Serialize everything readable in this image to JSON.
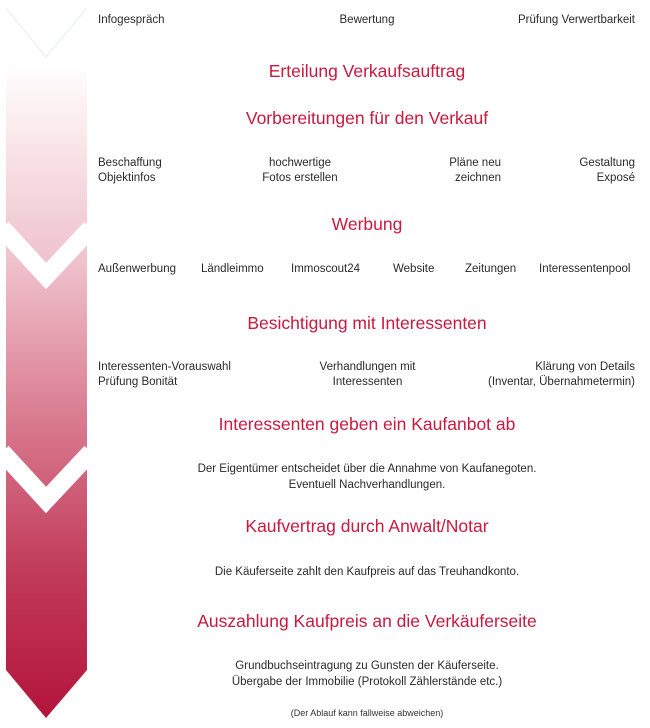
{
  "colors": {
    "accent": "#c8193f",
    "arrow_top": "#ffffff",
    "arrow_mid": "#e8a9b6",
    "arrow_bottom": "#b5163a",
    "text": "#2a2a2a"
  },
  "top_row": {
    "items": [
      "Infogespräch",
      "Bewertung",
      "Prüfung Verwertbarkeit"
    ]
  },
  "steps": [
    {
      "heading": "Erteilung Verkaufsauftrag"
    },
    {
      "heading": "Vorbereitungen für den Verkauf",
      "items": [
        {
          "line1": "Beschaffung",
          "line2": "Objektinfos"
        },
        {
          "line1": "hochwertige",
          "line2": "Fotos erstellen"
        },
        {
          "line1": "Pläne neu",
          "line2": "zeichnen"
        },
        {
          "line1": "Gestaltung",
          "line2": "Exposé"
        }
      ]
    },
    {
      "heading": "Werbung",
      "items": [
        "Außenwerbung",
        "Ländleimmo",
        "Immoscout24",
        "Website",
        "Zeitungen",
        "Interessentenpool"
      ]
    },
    {
      "heading": "Besichtigung mit Interessenten",
      "items": [
        {
          "line1": "Interessenten-Vorauswahl",
          "line2": "Prüfung Bonität"
        },
        {
          "line1": "Verhandlungen mit",
          "line2": "Interessenten"
        },
        {
          "line1": "Klärung von Details",
          "line2": "(Inventar, Übernahmetermin)"
        }
      ]
    },
    {
      "heading": "Interessenten geben ein Kaufanbot ab",
      "text": {
        "line1": "Der Eigentümer entscheidet über die Annahme von Kaufanegoten.",
        "line2": "Eventuell Nachverhandlungen."
      }
    },
    {
      "heading": "Kaufvertrag durch Anwalt/Notar",
      "text": {
        "line1": "Die Käuferseite zahlt den Kaufpreis auf das Treuhandkonto."
      }
    },
    {
      "heading": "Auszahlung Kaufpreis an die Verkäuferseite",
      "text": {
        "line1": "Grundbuchseintragung zu Gunsten der Käuferseite.",
        "line2": "Übergabe der Immobilie (Protokoll Zählerstände etc.)"
      }
    }
  ],
  "footnote": "(Der Ablauf kann fallweise abweichen)",
  "icons": {
    "process_arrow": "downward-chevron-arrow"
  }
}
